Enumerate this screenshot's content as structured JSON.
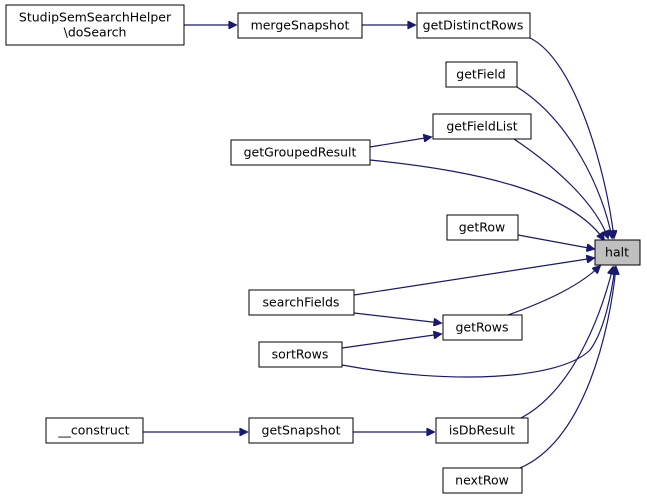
{
  "diagram": {
    "edge_color": "#191970",
    "focus_fill": "#bfbfbf",
    "nodes": {
      "halt": "halt",
      "getDistinctRows": "getDistinctRows",
      "getField": "getField",
      "getFieldList": "getFieldList",
      "getRow": "getRow",
      "getRows": "getRows",
      "isDbResult": "isDbResult",
      "nextRow": "nextRow",
      "mergeSnapshot": "mergeSnapshot",
      "getGroupedResult": "getGroupedResult",
      "searchFields": "searchFields",
      "sortRows": "sortRows",
      "getSnapshot": "getSnapshot",
      "construct": "__construct",
      "studip_line1": "StudipSemSearchHelper",
      "studip_line2": "\\doSearch"
    }
  }
}
